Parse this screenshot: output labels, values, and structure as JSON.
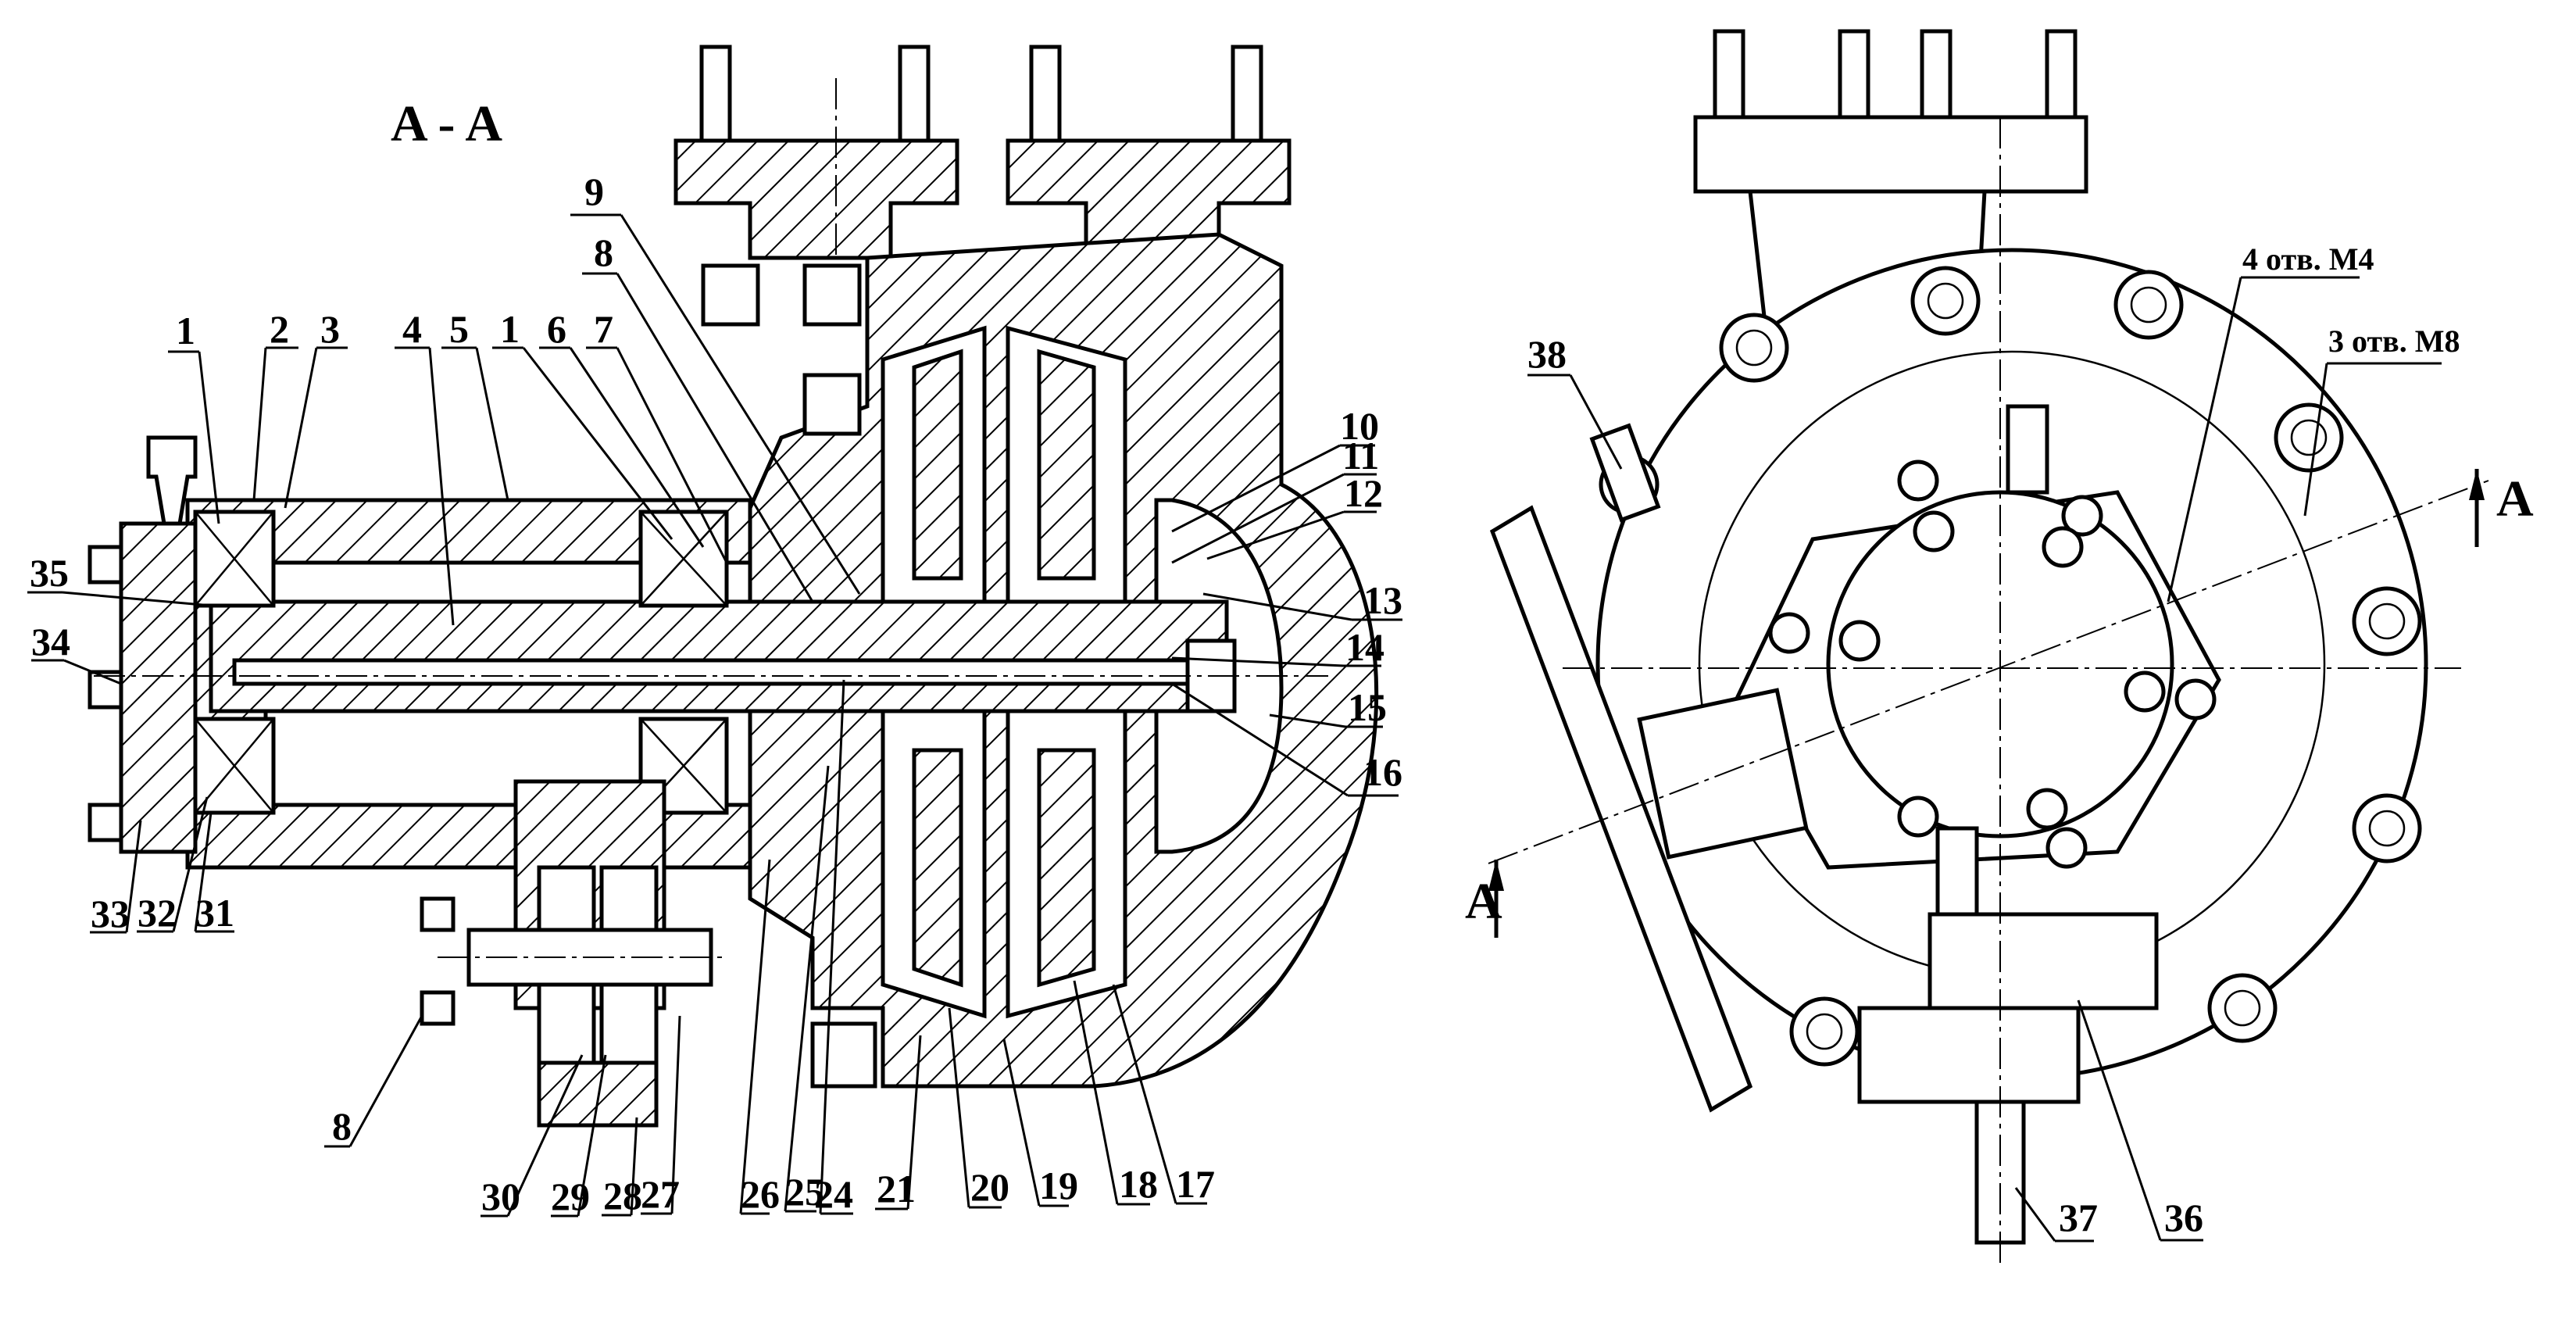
{
  "section_view": {
    "title": "A - A",
    "callouts": {
      "c1a": "1",
      "c2": "2",
      "c3": "3",
      "c4": "4",
      "c5": "5",
      "c1b": "1",
      "c6": "6",
      "c7": "7",
      "c8a": "8",
      "c9": "9",
      "c10": "10",
      "c11": "11",
      "c12": "12",
      "c13": "13",
      "c14": "14",
      "c15": "15",
      "c16": "16",
      "c17": "17",
      "c18": "18",
      "c19": "19",
      "c20": "20",
      "c21": "21",
      "c24": "24",
      "c25": "25",
      "c26": "26",
      "c27": "27",
      "c28": "28",
      "c29": "29",
      "c30": "30",
      "c8b": "8",
      "c31": "31",
      "c32": "32",
      "c33": "33",
      "c34": "34",
      "c35": "35"
    }
  },
  "end_view": {
    "notes": {
      "holes_m4": "4 отв. M4",
      "holes_m8": "3 отв. M8"
    },
    "section_marks": {
      "upper": "A",
      "lower": "A"
    },
    "callouts": {
      "c36": "36",
      "c37": "37",
      "c38": "38"
    }
  }
}
